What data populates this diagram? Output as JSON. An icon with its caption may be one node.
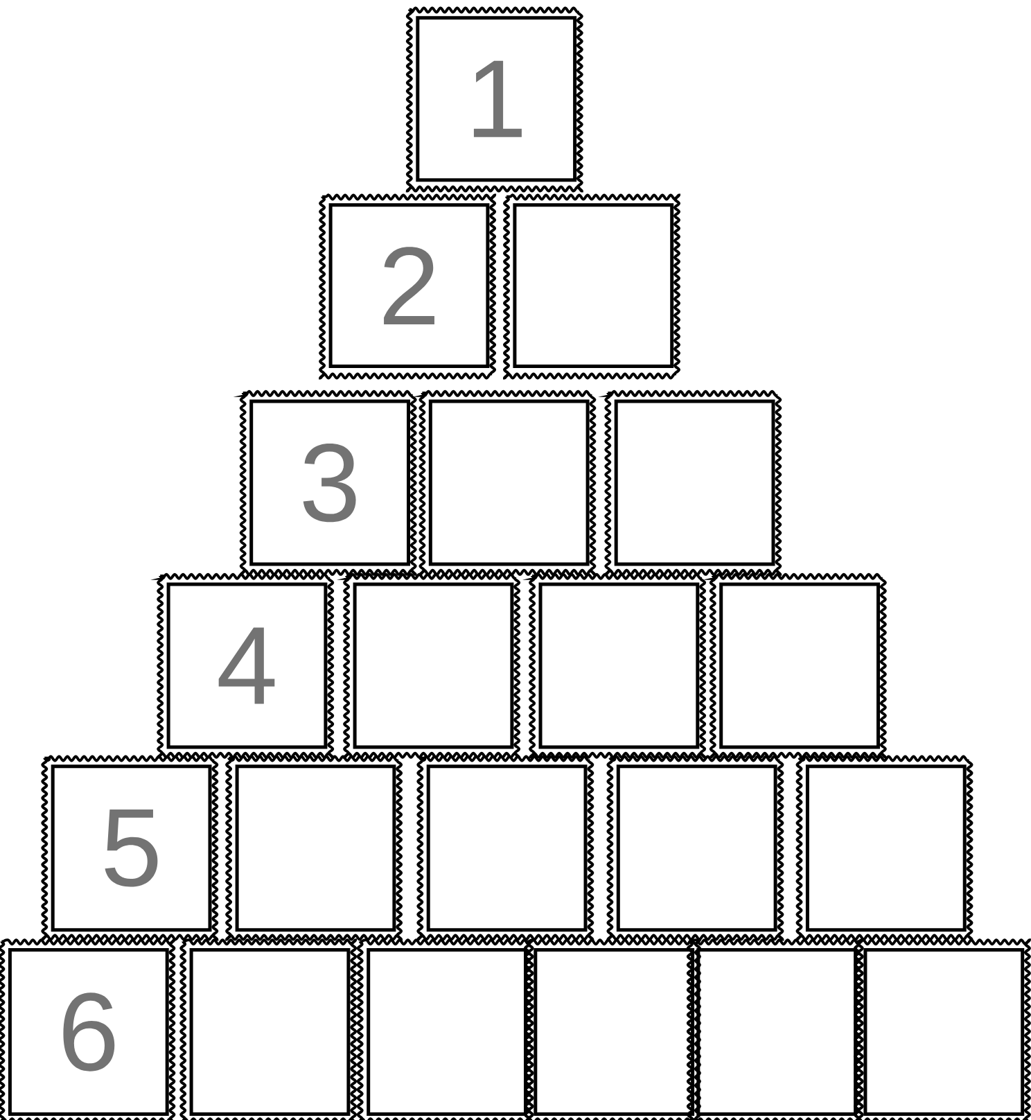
{
  "diagram": {
    "nodes": [
      {
        "text": [
          "1"
        ]
      },
      {
        "text": [
          "2"
        ]
      },
      {
        "text": [],
        "shape": "box"
      },
      {
        "text": [
          "3"
        ]
      },
      {
        "text": [],
        "shape": "box"
      },
      {
        "text": [],
        "shape": "box"
      },
      {
        "text": [
          "4"
        ]
      },
      {
        "text": [],
        "shape": "box"
      },
      {
        "text": [],
        "shape": "box"
      },
      {
        "text": [],
        "shape": "box"
      },
      {
        "text": [
          "5"
        ]
      },
      {
        "text": [],
        "shape": "box"
      },
      {
        "text": [],
        "shape": "box"
      },
      {
        "text": [],
        "shape": "box"
      },
      {
        "text": [],
        "shape": "box"
      },
      {
        "text": [
          "6"
        ]
      },
      {
        "text": [],
        "shape": "box"
      },
      {
        "text": [],
        "shape": "box"
      },
      {
        "text": [],
        "shape": "box"
      },
      {
        "text": [],
        "shape": "box"
      },
      {
        "text": [],
        "shape": "box"
      }
    ]
  }
}
